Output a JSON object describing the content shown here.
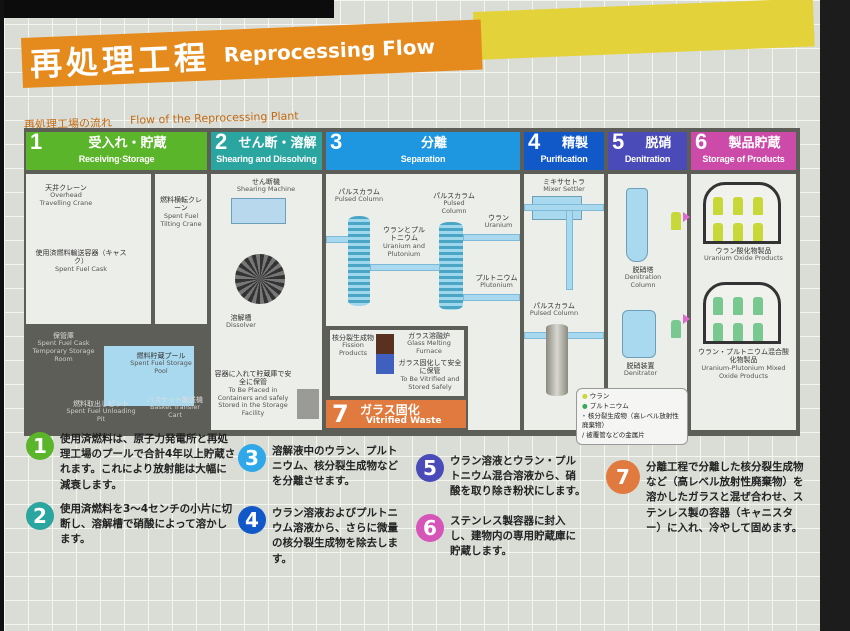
{
  "header": {
    "title_jp": "再処理工程",
    "title_en": "Reprocessing Flow",
    "subtitle_jp": "再処理工場の流れ",
    "subtitle_en": "Flow of the Reprocessing Plant"
  },
  "stages": [
    {
      "num": "1",
      "jp": "受入れ・貯蔵",
      "en": "Receiving·Storage",
      "color": "#5bb52a"
    },
    {
      "num": "2",
      "jp": "せん断・溶解",
      "en": "Shearing and Dissolving",
      "color": "#2aa5a0"
    },
    {
      "num": "3",
      "jp": "分離",
      "en": "Separation",
      "color": "#1e96e0"
    },
    {
      "num": "4",
      "jp": "精製",
      "en": "Purification",
      "color": "#1158c8"
    },
    {
      "num": "5",
      "jp": "脱硝",
      "en": "Denitration",
      "color": "#4a4ab8"
    },
    {
      "num": "6",
      "jp": "製品貯蔵",
      "en": "Storage of Products",
      "color": "#cc4aa8"
    }
  ],
  "labels": {
    "overhead_crane": {
      "jp": "天井クレーン",
      "en": "Overhead Travelling Crane"
    },
    "cask": {
      "jp": "使用済燃料輸送容器（キャスク）",
      "en": "Spent Fuel Cask"
    },
    "storage_room": {
      "jp": "保管庫",
      "en": "Spent Fuel Cask Temporary Storage Room"
    },
    "tilting_crane": {
      "jp": "燃料横転クレーン",
      "en": "Spent Fuel Tilting Crane"
    },
    "pool": {
      "jp": "燃料貯蔵プール",
      "en": "Spent Fuel Storage Pool"
    },
    "unloading_pit": {
      "jp": "燃料取出しピット",
      "en": "Spent Fuel Unloading Pit"
    },
    "basket_cart": {
      "jp": "バスケット搬送機",
      "en": "Basket Transfer Cart"
    },
    "shearing": {
      "jp": "せん断機",
      "en": "Shearing Machine"
    },
    "dissolver": {
      "jp": "溶解槽",
      "en": "Dissolver"
    },
    "containers": {
      "jp": "容器に入れて貯蔵庫で安全に保管",
      "en": "To Be Placed in Containers and safely Stored in the Storage Facility"
    },
    "pulsed1": {
      "jp": "パルスカラム",
      "en": "Pulsed Column"
    },
    "pulsed2": {
      "jp": "パルスカラム",
      "en": "Pulsed Column"
    },
    "u_pu": {
      "jp": "ウランとプルトニウム",
      "en": "Uranium and Plutonium"
    },
    "uranium": {
      "jp": "ウラン",
      "en": "Uranium"
    },
    "plutonium": {
      "jp": "プルトニウム",
      "en": "Plutonium"
    },
    "fission": {
      "jp": "核分裂生成物",
      "en": "Fission Products"
    },
    "furnace": {
      "jp": "ガラス溶融炉",
      "en": "Glass Melting Furnace"
    },
    "vitrified": {
      "jp": "ガラス固化して安全に保管",
      "en": "To Be Vitrified and Stored Safely"
    },
    "mixer": {
      "jp": "ミキサセトラ",
      "en": "Mixer Settler"
    },
    "pulsed3": {
      "jp": "パルスカラム",
      "en": "Pulsed Column"
    },
    "den_column": {
      "jp": "脱硝塔",
      "en": "Denitration Column"
    },
    "denitrator": {
      "jp": "脱硝装置",
      "en": "Denitrator"
    },
    "u_oxide": {
      "jp": "ウラン酸化物製品",
      "en": "Uranium Oxide Products"
    },
    "mox": {
      "jp": "ウラン・プルトニウム混合酸化物製品",
      "en": "Uranium-Plutonium Mixed Oxide Products"
    }
  },
  "vitrification": {
    "num": "7",
    "jp": "ガラス固化",
    "en": "Vitrified Waste"
  },
  "legend": [
    "ウラン",
    "プルトニウム",
    "核分裂生成物（高レベル放射性廃棄物）",
    "被覆管などの金属片"
  ],
  "notes": [
    {
      "num": "1",
      "color": "#5bb52a",
      "text": "使用済燃料は、原子力発電所と再処理工場のプールで合計4年以上貯蔵されます。これにより放射能は大幅に減衰します。"
    },
    {
      "num": "2",
      "color": "#2aa5a0",
      "text": "使用済燃料を3～4センチの小片に切断し、溶解槽で硝酸によって溶かします。"
    },
    {
      "num": "3",
      "color": "#2ea8e8",
      "text": "溶解液中のウラン、プルトニウム、核分裂生成物などを分離させます。"
    },
    {
      "num": "4",
      "color": "#1158c8",
      "text": "ウラン溶液およびプルトニウム溶液から、さらに微量の核分裂生成物を除去します。"
    },
    {
      "num": "5",
      "color": "#4a4ab8",
      "text": "ウラン溶液とウラン・プルトニウム混合溶液から、硝酸を取り除き粉状にします。"
    },
    {
      "num": "6",
      "color": "#d655b8",
      "text": "ステンレス製容器に封入し、建物内の専用貯蔵庫に貯蔵します。"
    },
    {
      "num": "7",
      "color": "#e17a3e",
      "text": "分離工程で分離した核分裂生成物など（高レベル放射性廃棄物）を溶かしたガラスと混ぜ合わせ、ステンレス製の容器（キャニスター）に入れ、冷やして固めます。"
    }
  ]
}
